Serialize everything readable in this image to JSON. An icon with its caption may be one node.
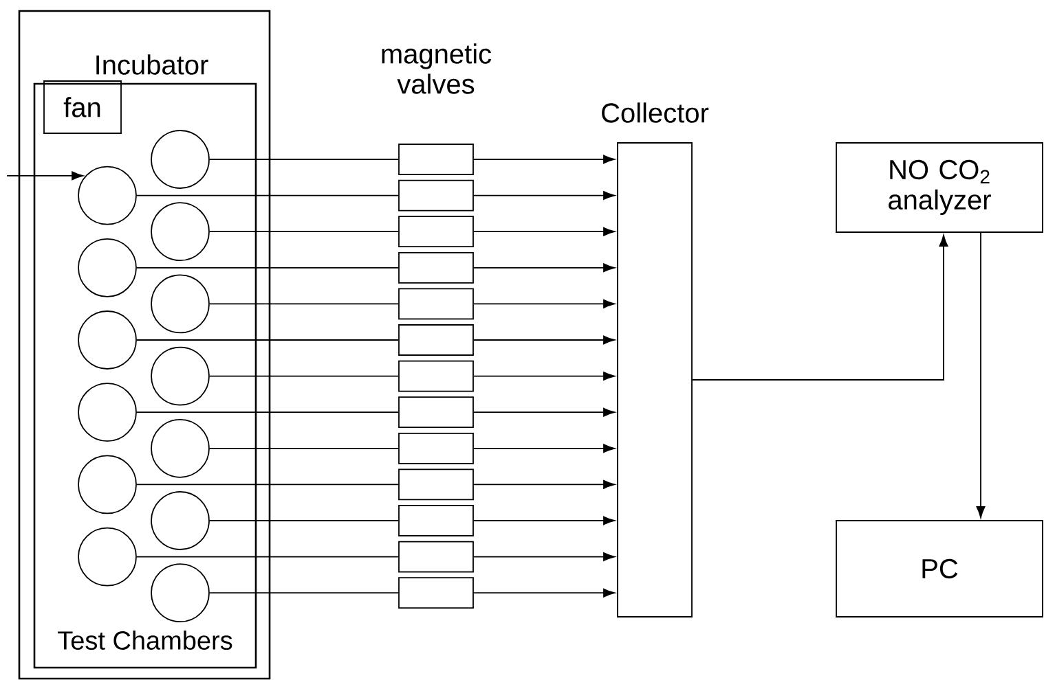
{
  "diagram": {
    "nodes": [
      {
        "text": [
          "Incubator"
        ]
      },
      {
        "text": [
          "Test Chambers"
        ],
        "in": 0
      },
      {
        "text": [
          "fan"
        ],
        "in": 1
      },
      {
        "text": [],
        "shape": "circle",
        "in": 1
      },
      {
        "text": [],
        "shape": "circle",
        "in": 1
      },
      {
        "text": [],
        "shape": "circle",
        "in": 1
      },
      {
        "text": [],
        "shape": "circle",
        "in": 1
      },
      {
        "text": [],
        "shape": "circle",
        "in": 1
      },
      {
        "text": [],
        "shape": "circle",
        "in": 1
      },
      {
        "text": [],
        "shape": "circle",
        "in": 1
      },
      {
        "text": [],
        "shape": "circle",
        "in": 1
      },
      {
        "text": [],
        "shape": "circle",
        "in": 1
      },
      {
        "text": [],
        "shape": "circle",
        "in": 1
      },
      {
        "text": [],
        "shape": "circle",
        "in": 1
      },
      {
        "text": [],
        "shape": "circle",
        "in": 1
      },
      {
        "text": [],
        "shape": "circle",
        "in": 1
      },
      {
        "text": [],
        "shape": "box"
      },
      {
        "text": [],
        "shape": "box"
      },
      {
        "text": [],
        "shape": "box"
      },
      {
        "text": [],
        "shape": "box"
      },
      {
        "text": [],
        "shape": "box"
      },
      {
        "text": [],
        "shape": "box"
      },
      {
        "text": [],
        "shape": "box"
      },
      {
        "text": [],
        "shape": "box"
      },
      {
        "text": [],
        "shape": "box"
      },
      {
        "text": [],
        "shape": "box"
      },
      {
        "text": [],
        "shape": "box"
      },
      {
        "text": [],
        "shape": "box"
      },
      {
        "text": [],
        "shape": "box"
      },
      {
        "text": [
          "Collector"
        ]
      },
      {
        "text": [
          "NO CO$_{2}$ analyzer"
        ]
      },
      {
        "text": [
          "PC"
        ]
      }
    ],
    "edges": [
      {
        "from": null,
        "to": 4,
        "arrow": "to"
      },
      {
        "from": 3,
        "to": 16,
        "arrow": "none"
      },
      {
        "from": 4,
        "to": 17,
        "arrow": "none"
      },
      {
        "from": 5,
        "to": 18,
        "arrow": "none"
      },
      {
        "from": 6,
        "to": 19,
        "arrow": "none"
      },
      {
        "from": 7,
        "to": 20,
        "arrow": "none"
      },
      {
        "from": 8,
        "to": 21,
        "arrow": "none"
      },
      {
        "from": 9,
        "to": 22,
        "arrow": "none"
      },
      {
        "from": 10,
        "to": 23,
        "arrow": "none"
      },
      {
        "from": 11,
        "to": 24,
        "arrow": "none"
      },
      {
        "from": 12,
        "to": 25,
        "arrow": "none"
      },
      {
        "from": 13,
        "to": 26,
        "arrow": "none"
      },
      {
        "from": 14,
        "to": 27,
        "arrow": "none"
      },
      {
        "from": 15,
        "to": 28,
        "arrow": "none"
      },
      {
        "from": 16,
        "to": 29,
        "arrow": "to"
      },
      {
        "from": 17,
        "to": 29,
        "arrow": "to"
      },
      {
        "from": 18,
        "to": 29,
        "arrow": "to"
      },
      {
        "from": 19,
        "to": 29,
        "arrow": "to"
      },
      {
        "from": 20,
        "to": 29,
        "arrow": "to"
      },
      {
        "from": 21,
        "to": 29,
        "arrow": "to"
      },
      {
        "from": 22,
        "to": 29,
        "arrow": "to"
      },
      {
        "from": 23,
        "to": 29,
        "arrow": "to"
      },
      {
        "from": 24,
        "to": 29,
        "arrow": "to"
      },
      {
        "from": 25,
        "to": 29,
        "arrow": "to"
      },
      {
        "from": 26,
        "to": 29,
        "arrow": "to"
      },
      {
        "from": 27,
        "to": 29,
        "arrow": "to"
      },
      {
        "from": 28,
        "to": 29,
        "arrow": "to"
      },
      {
        "from": 29,
        "to": 30,
        "arrow": "to"
      },
      {
        "from": 30,
        "to": 31,
        "arrow": "to"
      }
    ],
    "labels": [
      "magnetic valves"
    ]
  }
}
